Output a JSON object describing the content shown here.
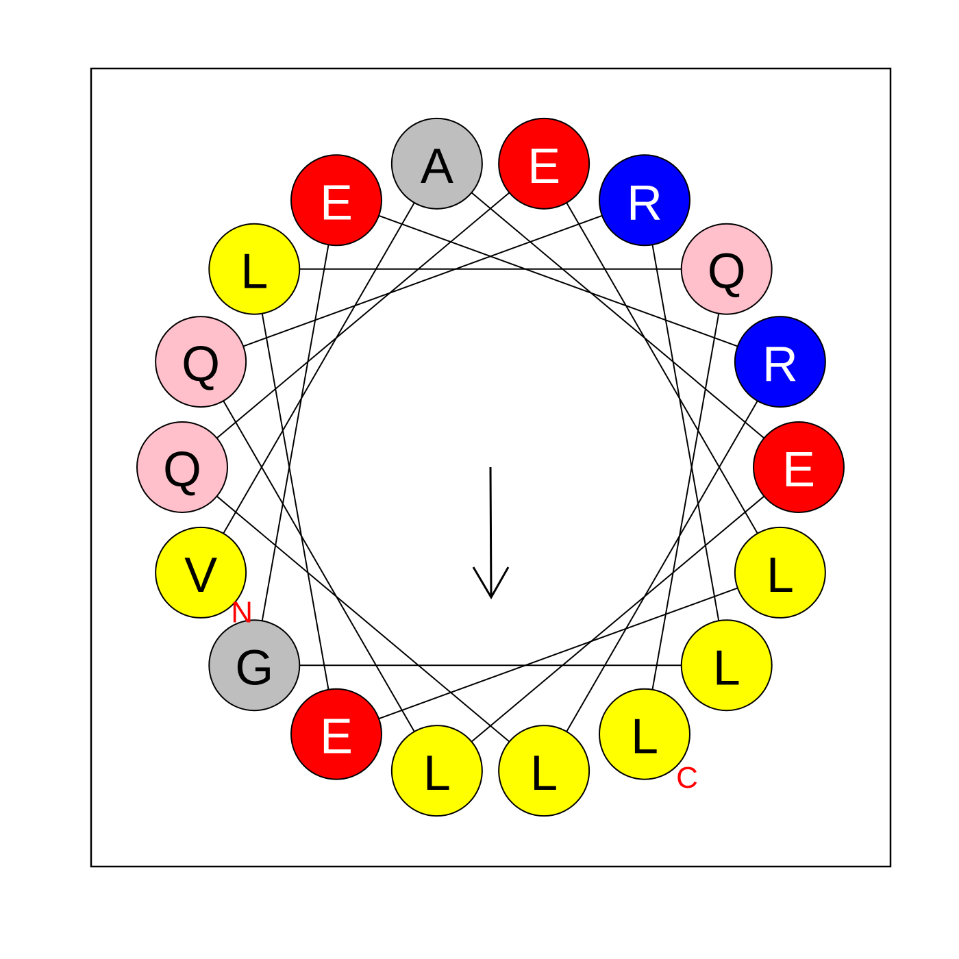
{
  "wheel": {
    "sequence": [
      "V",
      "A",
      "E",
      "L",
      "Q",
      "R",
      "L",
      "G",
      "E",
      "R",
      "L",
      "Q",
      "E",
      "L",
      "E",
      "L",
      "Q",
      "L"
    ],
    "residue_colors": {
      "A": "#bebebe",
      "G": "#bebebe",
      "E": "#ff0000",
      "R": "#0000ff",
      "Q": "#ffc0cb",
      "L": "#ffff00",
      "V": "#ffff00"
    },
    "text_colors": {
      "E": "#ffffff",
      "R": "#ffffff",
      "A": "#000000",
      "G": "#000000",
      "Q": "#000000",
      "L": "#000000",
      "V": "#000000"
    },
    "rotation_per_residue_deg": 100,
    "n_terminus_label": "N",
    "c_terminus_label": "C",
    "hydrophobic_moment_direction": "down"
  }
}
